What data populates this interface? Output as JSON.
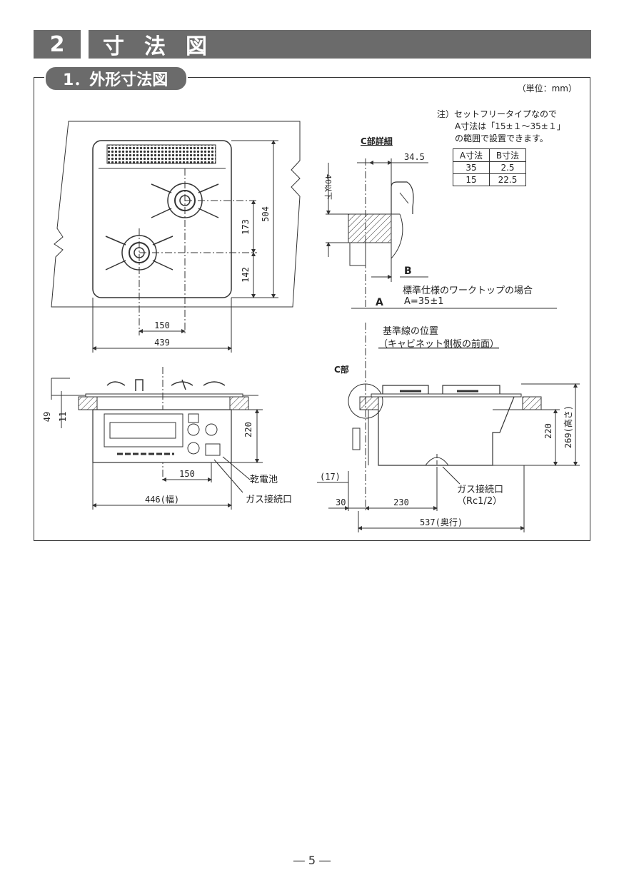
{
  "header": {
    "number": "2",
    "title": "寸法図"
  },
  "subsection": {
    "title": "1．外形寸法図"
  },
  "unit_note": "（単位：mm）",
  "note": {
    "line1": "注）セットフリータイプなので",
    "line2": "A寸法は「15±１～35±１」",
    "line3": "の範囲で設置できます。"
  },
  "ab_table": {
    "headers": [
      "A寸法",
      "B寸法"
    ],
    "rows": [
      [
        "35",
        "2.5"
      ],
      [
        "15",
        "22.5"
      ]
    ]
  },
  "detail_c": {
    "title": "C部詳細",
    "dim_345": "34.5",
    "dim_40": "40以下",
    "label_b": "B",
    "label_a": "A"
  },
  "worktop": {
    "line1": "標準仕様のワークトップの場合",
    "line2": "A=35±1"
  },
  "baseline": {
    "line1": "基準線の位置",
    "line2": "（キャビネット側板の前面）"
  },
  "top_view": {
    "dim_504": "504",
    "dim_173": "173",
    "dim_142": "142",
    "dim_150": "150",
    "dim_439": "439"
  },
  "front_view": {
    "dim_49": "49",
    "dim_11": "11",
    "dim_220": "220",
    "dim_150": "150",
    "dim_446": "446(幅)",
    "label_battery": "乾電池",
    "label_gas": "ガス接続口"
  },
  "side_view": {
    "label_c": "C部",
    "dim_17": "(17)",
    "dim_30": "30",
    "dim_230": "230",
    "dim_220": "220",
    "dim_269": "269(高さ)",
    "dim_537": "537(奥行)",
    "gas_line1": "ガス接続口",
    "gas_line2": "（Rc1/2）"
  },
  "page_number": "― 5 ―"
}
